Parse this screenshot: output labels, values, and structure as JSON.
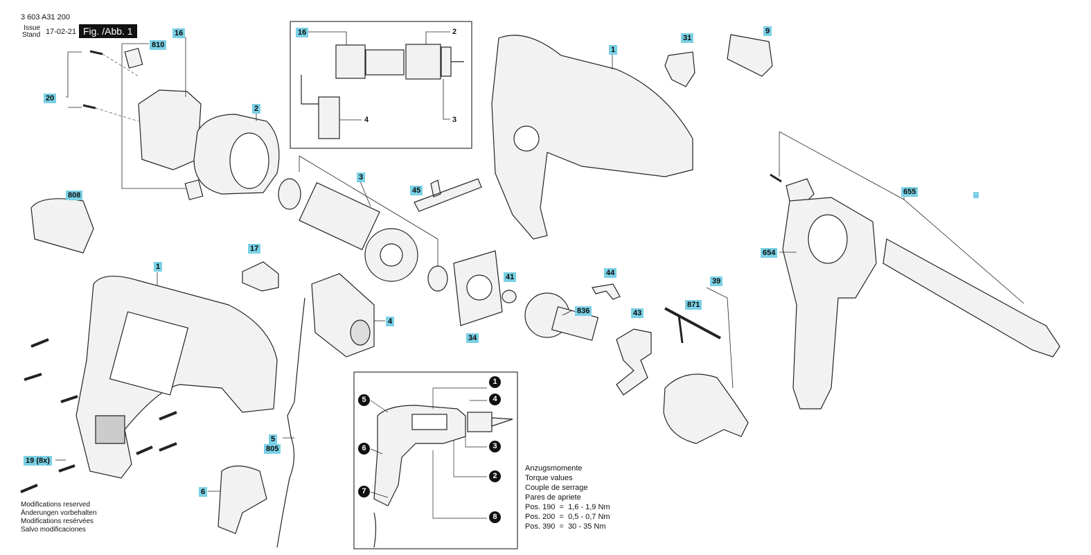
{
  "header": {
    "doc_number": "3 603 A31 200",
    "issue_label_1": "Issue",
    "issue_label_2": "Stand",
    "issue_date": "17-02-21",
    "figure_label": "Fig. /Abb. 1"
  },
  "callouts": {
    "c16_main": "16",
    "c810": "810",
    "c20": "20",
    "c2_main": "2",
    "c808": "808",
    "c3_main": "3",
    "c45": "45",
    "c17": "17",
    "c1_left": "1",
    "c4_main": "4",
    "c41": "41",
    "c34": "34",
    "c836": "836",
    "c44": "44",
    "c43": "43",
    "c871": "871",
    "c39": "39",
    "c19": "19 (8x)",
    "c5": "5",
    "c805": "805",
    "c6": "6",
    "c1_right": "1",
    "c31": "31",
    "c9": "9",
    "c655": "655",
    "c654": "654",
    "inset_16": "16",
    "inset_2": "2",
    "inset_4": "4",
    "inset_3": "3"
  },
  "legend": [
    "1",
    "2",
    "3",
    "4",
    "5",
    "6",
    "7",
    "8"
  ],
  "footnote": {
    "line1": "Modifications reserved",
    "line2": "Änderungen vorbehalten",
    "line3": "Modifications resérvées",
    "line4": "Salvo modificaciones"
  },
  "torque": {
    "line1": "Anzugsmomente",
    "line2": "Torque values",
    "line3": "Couple de serrage",
    "line4": "Pares de apriete",
    "line5": "Pos. 190  =  1,6 - 1,9 Nm",
    "line6": "Pos. 200  =  0,5 - 0,7 Nm",
    "line7": "Pos. 390  =  30 - 35 Nm"
  },
  "colors": {
    "callout_bg": "#7ad0e4",
    "line": "#222222",
    "part_fill": "#f2f2f2"
  }
}
